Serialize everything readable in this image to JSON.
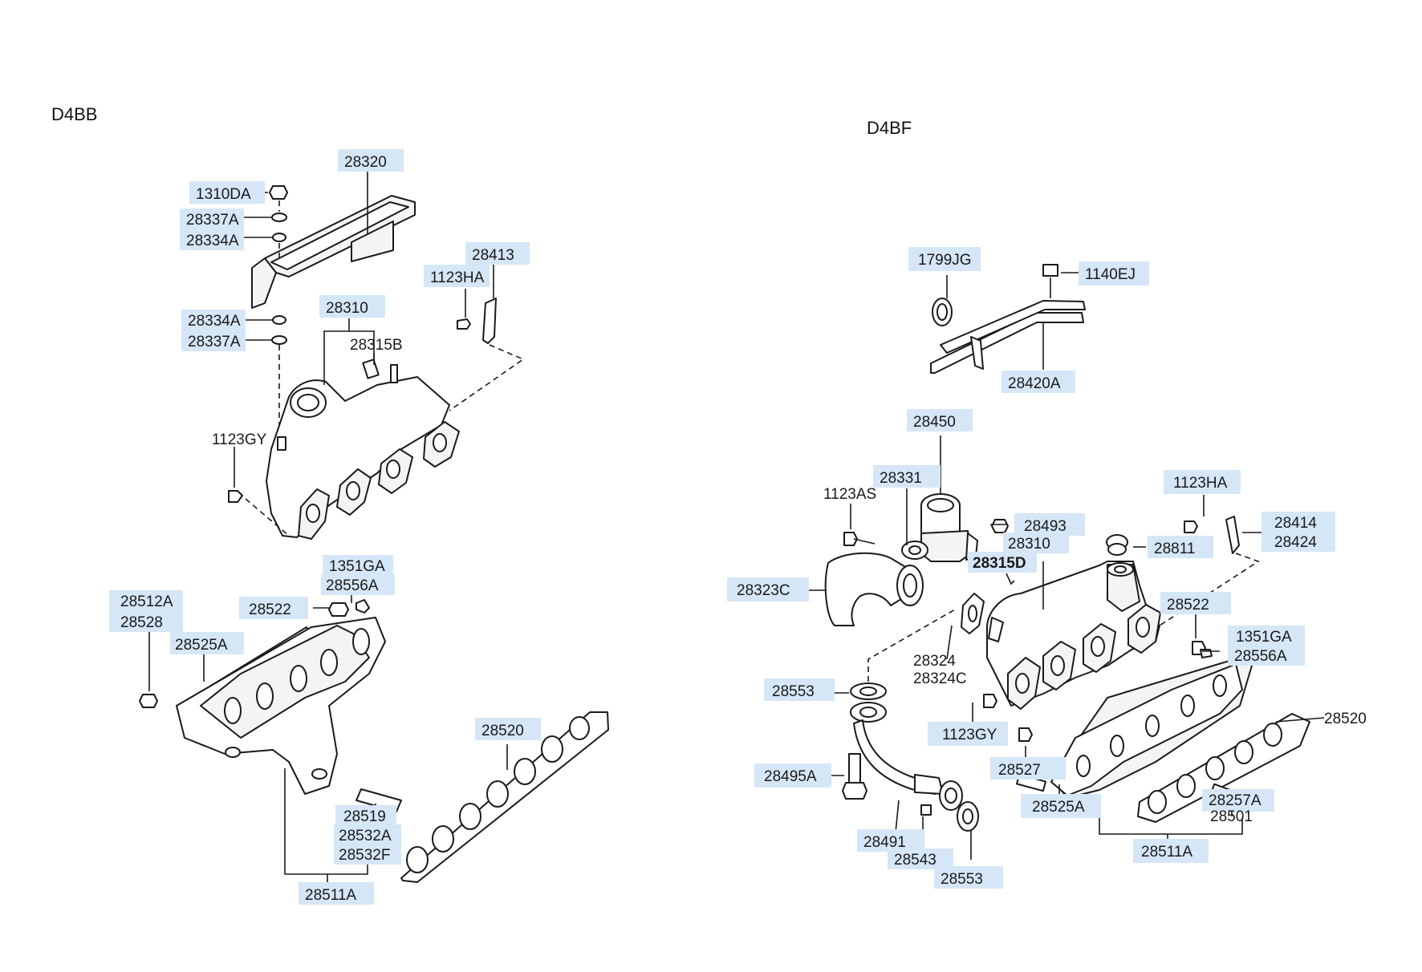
{
  "sections": {
    "left": "D4BB",
    "right": "D4BF"
  },
  "left_labels": {
    "l28320": "28320",
    "l1310DA": "1310DA",
    "l28337A_1": "28337A",
    "l28334A_1": "28334A",
    "l28413": "28413",
    "l1123HA": "1123HA",
    "l28310": "28310",
    "l28334A_2": "28334A",
    "l28315B": "28315B",
    "l28337A_2": "28337A",
    "l1123GY": "1123GY",
    "l1351GA": "1351GA",
    "l28556A": "28556A",
    "l28512A": "28512A",
    "l28528": "28528",
    "l28522": "28522",
    "l28525A": "28525A",
    "l28520": "28520",
    "l28519": "28519",
    "l28532A": "28532A",
    "l28532F": "28532F",
    "l28511A": "28511A"
  },
  "right_labels": {
    "r1799JG": "1799JG",
    "r1140EJ": "1140EJ",
    "r28420A": "28420A",
    "r28450": "28450",
    "r28331": "28331",
    "r1123AS": "1123AS",
    "r28493": "28493",
    "r28310": "28310",
    "r1123HA": "1123HA",
    "r28414": "28414",
    "r28424": "28424",
    "r28811": "28811",
    "r28315D": "28315D",
    "r28323C": "28323C",
    "r28522": "28522",
    "r1351GA": "1351GA",
    "r28556A": "28556A",
    "r28324": "28324",
    "r28324C": "28324C",
    "r28553_1": "28553",
    "r1123GY": "1123GY",
    "r28520": "28520",
    "r28527": "28527",
    "r28495A": "28495A",
    "r28257A": "28257A",
    "r28501": "28501",
    "r28525A": "28525A",
    "r28491": "28491",
    "r28543": "28543",
    "r28553_2": "28553",
    "r28511A": "28511A"
  },
  "colors": {
    "label_highlight": "#d5e6f6",
    "line": "#1a1a1a",
    "background": "#ffffff"
  }
}
